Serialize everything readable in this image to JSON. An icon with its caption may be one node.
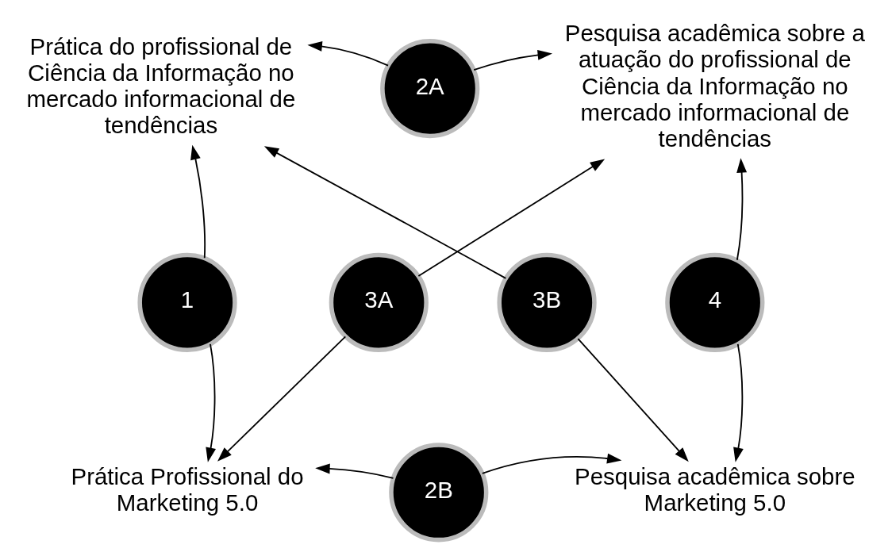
{
  "diagram": {
    "nodes": [
      {
        "text": [
          "Prática do profissional de Ciência da Informação no mercado informacional de tendências"
        ]
      },
      {
        "text": [
          "2A"
        ]
      },
      {
        "text": [
          "Pesquisa acadêmica sobre a atuação do profissional de Ciência da Informação no mercado informacional de tendências"
        ]
      },
      {
        "text": [
          "3A"
        ]
      },
      {
        "text": [
          "1"
        ]
      },
      {
        "text": [
          "4"
        ]
      },
      {
        "text": [
          "3B"
        ]
      },
      {
        "text": [
          "Prática Profissional do Marketing 5.0"
        ]
      },
      {
        "text": [
          "2B"
        ]
      },
      {
        "text": [
          "Pesquisa acadêmica sobre Marketing 5.0"
        ]
      }
    ],
    "edges": [
      {
        "from": 1,
        "to": 0,
        "arrow": "to"
      },
      {
        "from": 1,
        "to": 2,
        "arrow": "to"
      },
      {
        "from": 3,
        "to": 2,
        "arrow": "to"
      },
      {
        "from": 3,
        "to": 7,
        "arrow": "to"
      },
      {
        "from": 4,
        "to": 0,
        "arrow": "to"
      },
      {
        "from": 4,
        "to": 7,
        "arrow": "to"
      },
      {
        "from": 5,
        "to": 2,
        "arrow": "to"
      },
      {
        "from": 5,
        "to": 9,
        "arrow": "to"
      },
      {
        "from": 6,
        "to": 0,
        "arrow": "to"
      },
      {
        "from": 6,
        "to": 9,
        "arrow": "to"
      },
      {
        "from": 8,
        "to": 7,
        "arrow": "to"
      },
      {
        "from": 8,
        "to": 9,
        "arrow": "to"
      }
    ]
  }
}
